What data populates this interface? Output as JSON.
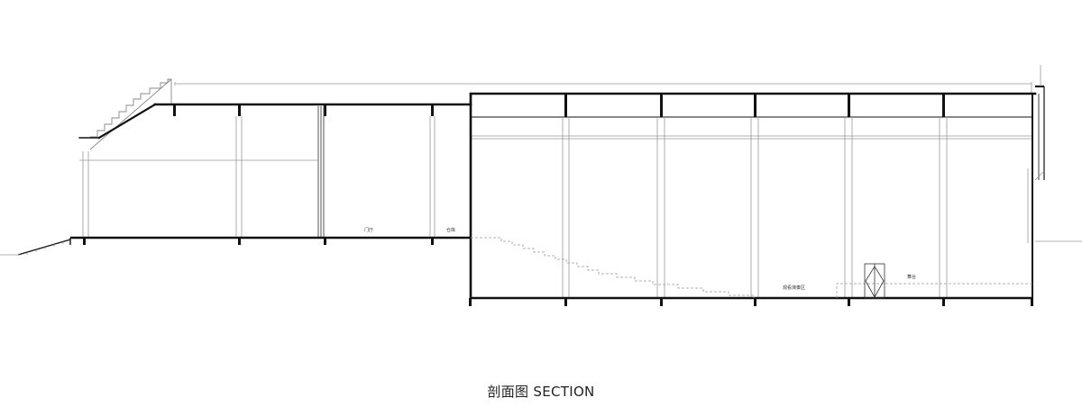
{
  "drawing": {
    "caption": "剖面图 SECTION",
    "room_labels": {
      "foyer": "门厅",
      "storage": "仓库",
      "audience_seating": "观看演奏区",
      "stage": "舞台"
    }
  },
  "colors": {
    "background": "#ffffff",
    "cut_line": "#111111",
    "elevation_line": "#999999",
    "hidden_line": "#aaaaaa",
    "caption_text": "#222222"
  }
}
